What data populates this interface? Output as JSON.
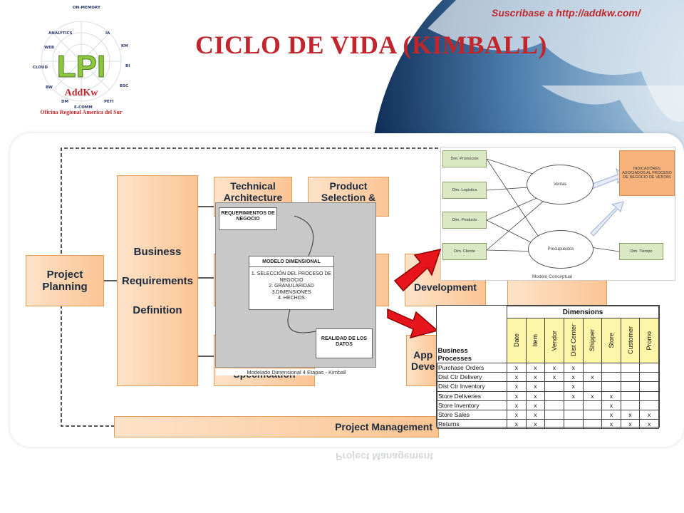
{
  "header": {
    "subscribe": "Suscribase a http://addkw.com/",
    "title": "CICLO DE VIDA (KIMBALL)"
  },
  "logo": {
    "center_text": "LPI",
    "brand": "AddKw",
    "office": "Oficina Regional America del Sur",
    "ring_labels": [
      "ON-MEMORY",
      "IA",
      "KM",
      "BI",
      "BSC",
      "PETI",
      "E-COMM",
      "DM",
      "BW",
      "CLOUD",
      "WEB",
      "ANALYTICS"
    ]
  },
  "lifecycle": {
    "project_planning": "Project\nPlanning",
    "business_requirements": [
      "Business",
      "Requirements",
      "Definition"
    ],
    "technical_architecture": "Technical\nArchitecture",
    "product_selection": "Product\nSelection &",
    "development": "Development",
    "app_spec": "Specification",
    "app_dev": "App\nDeve",
    "project_management": "Project Management"
  },
  "kimball_diagram": {
    "req": "REQUERIMIENTOS DE NEGOCIO",
    "modelo_title": "MODELO DIMENSIONAL",
    "modelo_steps": "1. SELECCIÓN DEL PROCESO DE NEGOCIO\n2. GRANULARIDAD\n3.DIMENSIONES\n4. HECHOS",
    "realidad": "REALIDAD DE LOS DATOS",
    "caption": "Modelado Dimensional 4 Etapas - Kimball"
  },
  "conceptual_model": {
    "dims": [
      "Dim. Promoción",
      "Dim. Logística",
      "Dim. Producto",
      "Dim. Cliente"
    ],
    "ventas": "Ventas",
    "presupuestos": "Presupuestos",
    "dim_tiempo": "Dim. Tiempo",
    "indicadores": "INDICADORES ASOCIADOS AL PROCESO DE NEGOCIO DE VENTAS",
    "caption": "Modelo Conceptual"
  },
  "bus_matrix": {
    "dimensions_label": "Dimensions",
    "processes_label": "Business\nProcesses",
    "columns": [
      "Date",
      "Item",
      "Vendor",
      "Dist Center",
      "Shipper",
      "Store",
      "Customer",
      "Promo"
    ],
    "rows": [
      {
        "name": "Purchase  Orders",
        "marks": [
          "x",
          "x",
          "x",
          "x",
          "",
          "",
          "",
          ""
        ]
      },
      {
        "name": "Dist Ctr Delivery",
        "marks": [
          "x",
          "x",
          "x",
          "x",
          "x",
          "",
          "",
          ""
        ]
      },
      {
        "name": "Dist Ctr Inventory",
        "marks": [
          "x",
          "x",
          "",
          "x",
          "",
          "",
          "",
          ""
        ]
      },
      {
        "name": "Store  Deliveries",
        "marks": [
          "x",
          "x",
          "",
          "x",
          "x",
          "x",
          "",
          ""
        ]
      },
      {
        "name": "Store  Inventory",
        "marks": [
          "x",
          "x",
          "",
          "",
          "",
          "x",
          "",
          ""
        ]
      },
      {
        "name": "Store  Sales",
        "marks": [
          "x",
          "x",
          "",
          "",
          "",
          "x",
          "x",
          "x"
        ]
      },
      {
        "name": "Returns",
        "marks": [
          "x",
          "x",
          "",
          "",
          "",
          "x",
          "x",
          "x"
        ]
      }
    ]
  },
  "colors": {
    "title_red": "#c0262b",
    "box_orange": "#fbc493",
    "arrow_red": "#e8141b"
  }
}
